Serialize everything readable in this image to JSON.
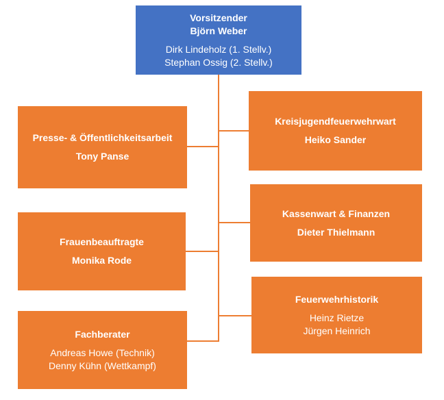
{
  "chair": {
    "title": "Vorsitzender",
    "name": "Björn Weber",
    "deputy1": "Dirk Lindeholz (1. Stellv.)",
    "deputy2": "Stephan Ossig (2. Stellv.)"
  },
  "left": [
    {
      "title": "Presse- & Öffentlichkeitsarbeit",
      "name": "Tony Panse"
    },
    {
      "title": "Frauenbeauftragte",
      "name": "Monika Rode"
    },
    {
      "title": "Fachberater",
      "line1": "Andreas Howe (Technik)",
      "line2": "Denny Kühn (Wettkampf)"
    }
  ],
  "right": [
    {
      "title": "Kreisjugendfeuerwehrwart",
      "name": "Heiko Sander"
    },
    {
      "title": "Kassenwart & Finanzen",
      "name": "Dieter Thielmann"
    },
    {
      "title": "Feuerwehrhistorik",
      "line1": "Heinz Rietze",
      "line2": "Jürgen Heinrich"
    }
  ],
  "colors": {
    "chair_fill": "#4472C4",
    "unit_fill": "#ED7D31",
    "connector": "#ED7D31",
    "text": "#FFFFFF"
  }
}
